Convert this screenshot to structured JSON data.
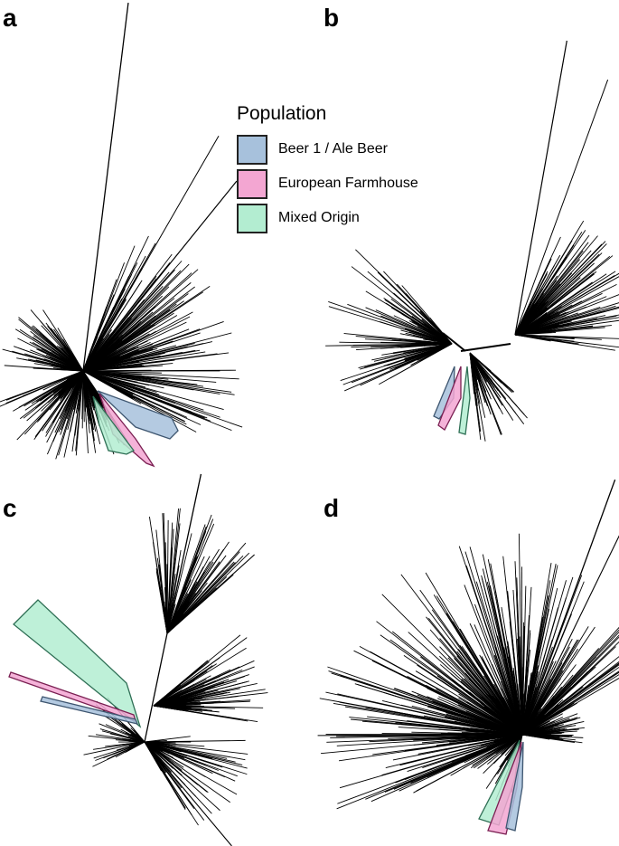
{
  "panels": [
    "a",
    "b",
    "c",
    "d"
  ],
  "legend": {
    "title": "Population",
    "items": [
      {
        "label": "Beer 1 / Ale Beer",
        "color": "#a7c1dc"
      },
      {
        "label": "European Farmhouse",
        "color": "#f3a6d2"
      },
      {
        "label": "Mixed Origin",
        "color": "#b3edd1"
      }
    ]
  },
  "colors": {
    "branch": "#000000",
    "beer_outline": "#3e5670",
    "farmhouse_outline": "#7a1f52",
    "mixed_outline": "#2f6f55"
  }
}
